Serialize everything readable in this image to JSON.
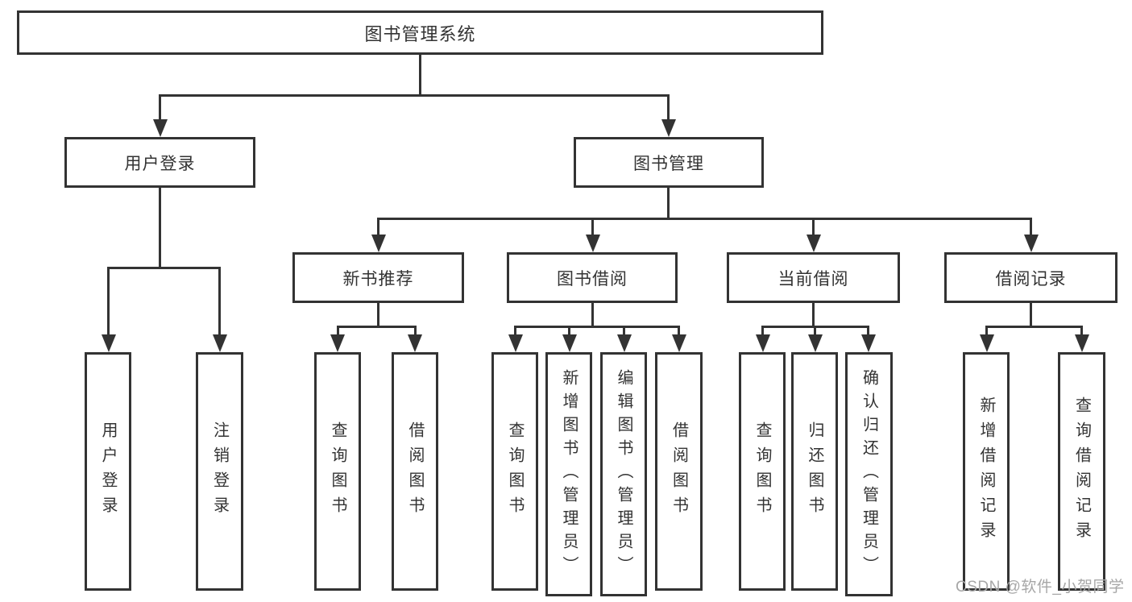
{
  "diagram": {
    "title": "图书管理系统",
    "nodes": {
      "root": "图书管理系统",
      "user_login": "用户登录",
      "book_mgmt": "图书管理",
      "new_book_rec": "新书推荐",
      "book_borrow": "图书借阅",
      "current_borrow": "当前借阅",
      "borrow_record": "借阅记录",
      "ul_login": "用户登录",
      "ul_logout": "注销登录",
      "nbr_query_book": "查询图书",
      "nbr_borrow_book": "借阅图书",
      "bb_query_book": "查询图书",
      "bb_add_book": "新增图书（管理员）",
      "bb_edit_book": "编辑图书（管理员）",
      "bb_borrow_book": "借阅图书",
      "cb_query_book": "查询图书",
      "cb_return_book": "归还图书",
      "cb_confirm_return": "确认归还（管理员）",
      "br_add_record": "新增借阅记录",
      "br_query_record": "查询借阅记录"
    },
    "colors": {
      "line": "#333333",
      "text": "#333333",
      "background": "#ffffff",
      "watermark": "#a7a7a7"
    }
  },
  "watermark": {
    "text": "CSDN @软件_小贺同学"
  }
}
